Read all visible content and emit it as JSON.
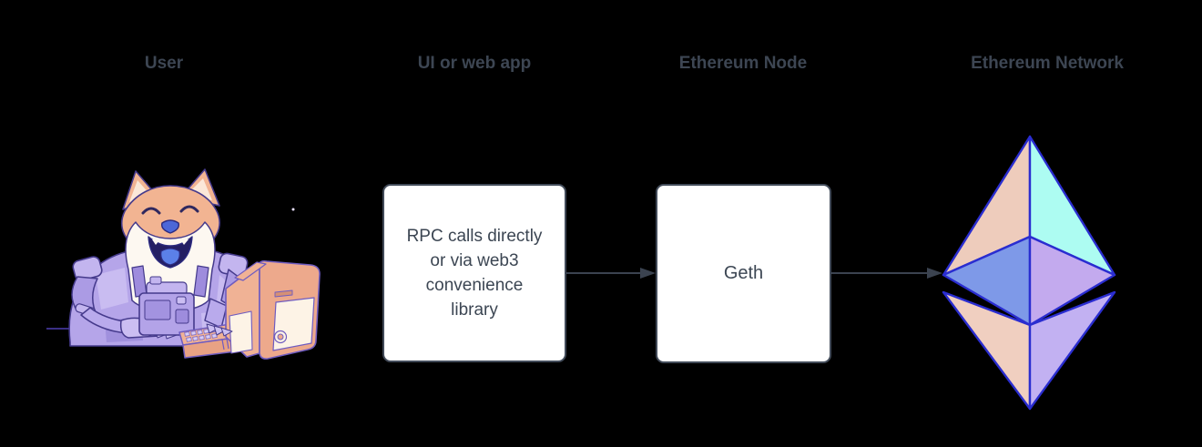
{
  "diagram": {
    "columns": [
      {
        "id": "user",
        "label": "User",
        "illustration": "doge-astronaut-at-computer"
      },
      {
        "id": "ui",
        "label": "UI or web app"
      },
      {
        "id": "node",
        "label": "Ethereum Node"
      },
      {
        "id": "network",
        "label": "Ethereum Network",
        "illustration": "ethereum-logo"
      }
    ],
    "boxes": {
      "ui_app": {
        "lines": [
          "RPC calls directly",
          "or via web3",
          "convenience",
          "library"
        ]
      },
      "ethereum_node": {
        "text": "Geth"
      }
    },
    "arrows": [
      {
        "from": "ui-app-box",
        "to": "ethereum-node-box"
      },
      {
        "from": "ethereum-node-box",
        "to": "ethereum-logo"
      }
    ]
  },
  "colors": {
    "background": "#000000",
    "label_text": "#3d4653",
    "box_background": "#ffffff",
    "box_border": "#424b59",
    "box_text": "#3c4653",
    "arrow": "#3b4350",
    "eth_logo_stroke": "#2a2dd0",
    "eth_face_top_left": "#eeccbc",
    "eth_face_top_right": "#adfcf2",
    "eth_face_mid_left": "#7e99e8",
    "eth_face_mid_right": "#c3aaee",
    "eth_face_bottom_left": "#f0cfc0",
    "eth_face_bottom_right": "#c2b1f2",
    "doge_fur": "#f2b492",
    "doge_muzzle": "#fdf8f1",
    "doge_suit": "#b5a5e9",
    "doge_glove": "#cbbef2",
    "doge_tongue": "#5b80e8",
    "doge_nose": "#4c67d8",
    "computer_body": "#eda98c",
    "computer_panel": "#fdf3e6",
    "illustration_outline": "#453a8c"
  }
}
